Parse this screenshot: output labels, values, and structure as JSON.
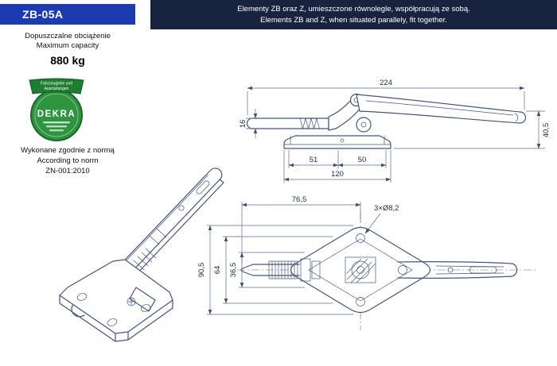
{
  "header": {
    "product_code": "ZB-05A",
    "note_line_pl": "Elementy ZB oraz Z, umieszczone równolegle, współpracują ze sobą.",
    "note_line_en": "Elements ZB and Z, when situated parallely, fit together."
  },
  "sidebar": {
    "capacity_label_pl": "Dopuszczalne obciążenie",
    "capacity_label_en": "Maximum capacity",
    "capacity_value": "880 kg",
    "badge": {
      "ribbon_line1": "Fahrzeugteile und",
      "ribbon_line2": "Ausrüstungen",
      "name": "DEKRA"
    },
    "norm_line_pl": "Wykonane zgodnie z normą",
    "norm_line_en": "According to norm",
    "norm_code": "ZN-001:2010"
  },
  "drawings": {
    "side_view": {
      "dim_total_length": "224",
      "dim_rod_height": "16",
      "dim_overall_height": "40,5",
      "dim_hole_spacing_left": "51",
      "dim_hole_spacing_right": "50",
      "dim_base_length": "120"
    },
    "top_view": {
      "dim_left_to_center": "76,5",
      "dim_holes": "3×Ø8,2",
      "dim_overall_width": "90,5",
      "dim_mid_width": "64",
      "dim_inner_width": "36,5"
    }
  }
}
